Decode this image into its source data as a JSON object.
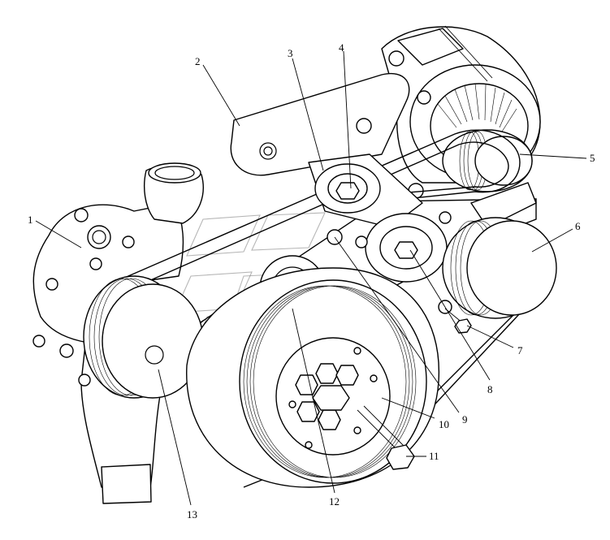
{
  "callouts": [
    {
      "id": 1,
      "label": "1"
    },
    {
      "id": 2,
      "label": "2"
    },
    {
      "id": 3,
      "label": "3"
    },
    {
      "id": 4,
      "label": "4"
    },
    {
      "id": 5,
      "label": "5"
    },
    {
      "id": 6,
      "label": "6"
    },
    {
      "id": 7,
      "label": "7"
    },
    {
      "id": 8,
      "label": "8"
    },
    {
      "id": 9,
      "label": "9"
    },
    {
      "id": 10,
      "label": "10"
    },
    {
      "id": 11,
      "label": "11"
    },
    {
      "id": 12,
      "label": "12"
    },
    {
      "id": 13,
      "label": "13"
    }
  ],
  "colors": {
    "line": "#000000",
    "background": "#ffffff",
    "watermark": "#7a7a7a"
  }
}
